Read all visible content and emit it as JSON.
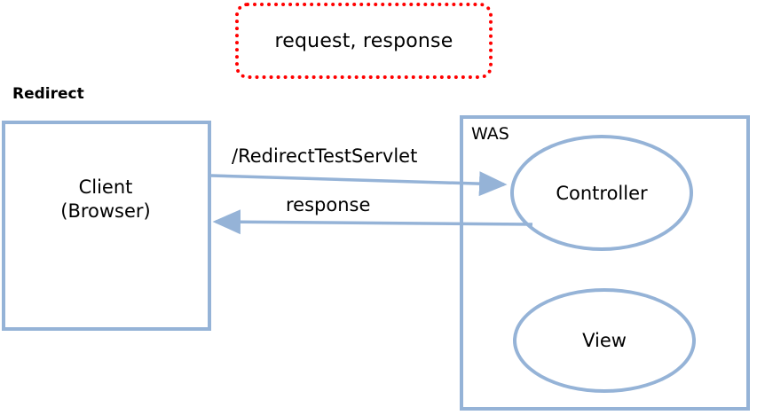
{
  "diagram": {
    "title": "Redirect",
    "callout": {
      "text": "request, response",
      "border_color": "#FF0000",
      "border_style": "dotted"
    },
    "nodes": {
      "client": {
        "label_line1": "Client",
        "label_line2": "(Browser)"
      },
      "was": {
        "label": "WAS"
      },
      "controller": {
        "label": "Controller"
      },
      "view": {
        "label": "View"
      }
    },
    "arrows": [
      {
        "name": "request-arrow",
        "label": "/RedirectTestServlet",
        "from": "client",
        "to": "controller",
        "direction": "right"
      },
      {
        "name": "response-arrow",
        "label": "response",
        "from": "controller",
        "to": "client",
        "direction": "left"
      }
    ],
    "colors": {
      "shape_border": "#95B3D7",
      "arrow": "#95B3D7",
      "callout_border": "#FF0000",
      "text": "#000000",
      "background": "#FFFFFF"
    }
  }
}
